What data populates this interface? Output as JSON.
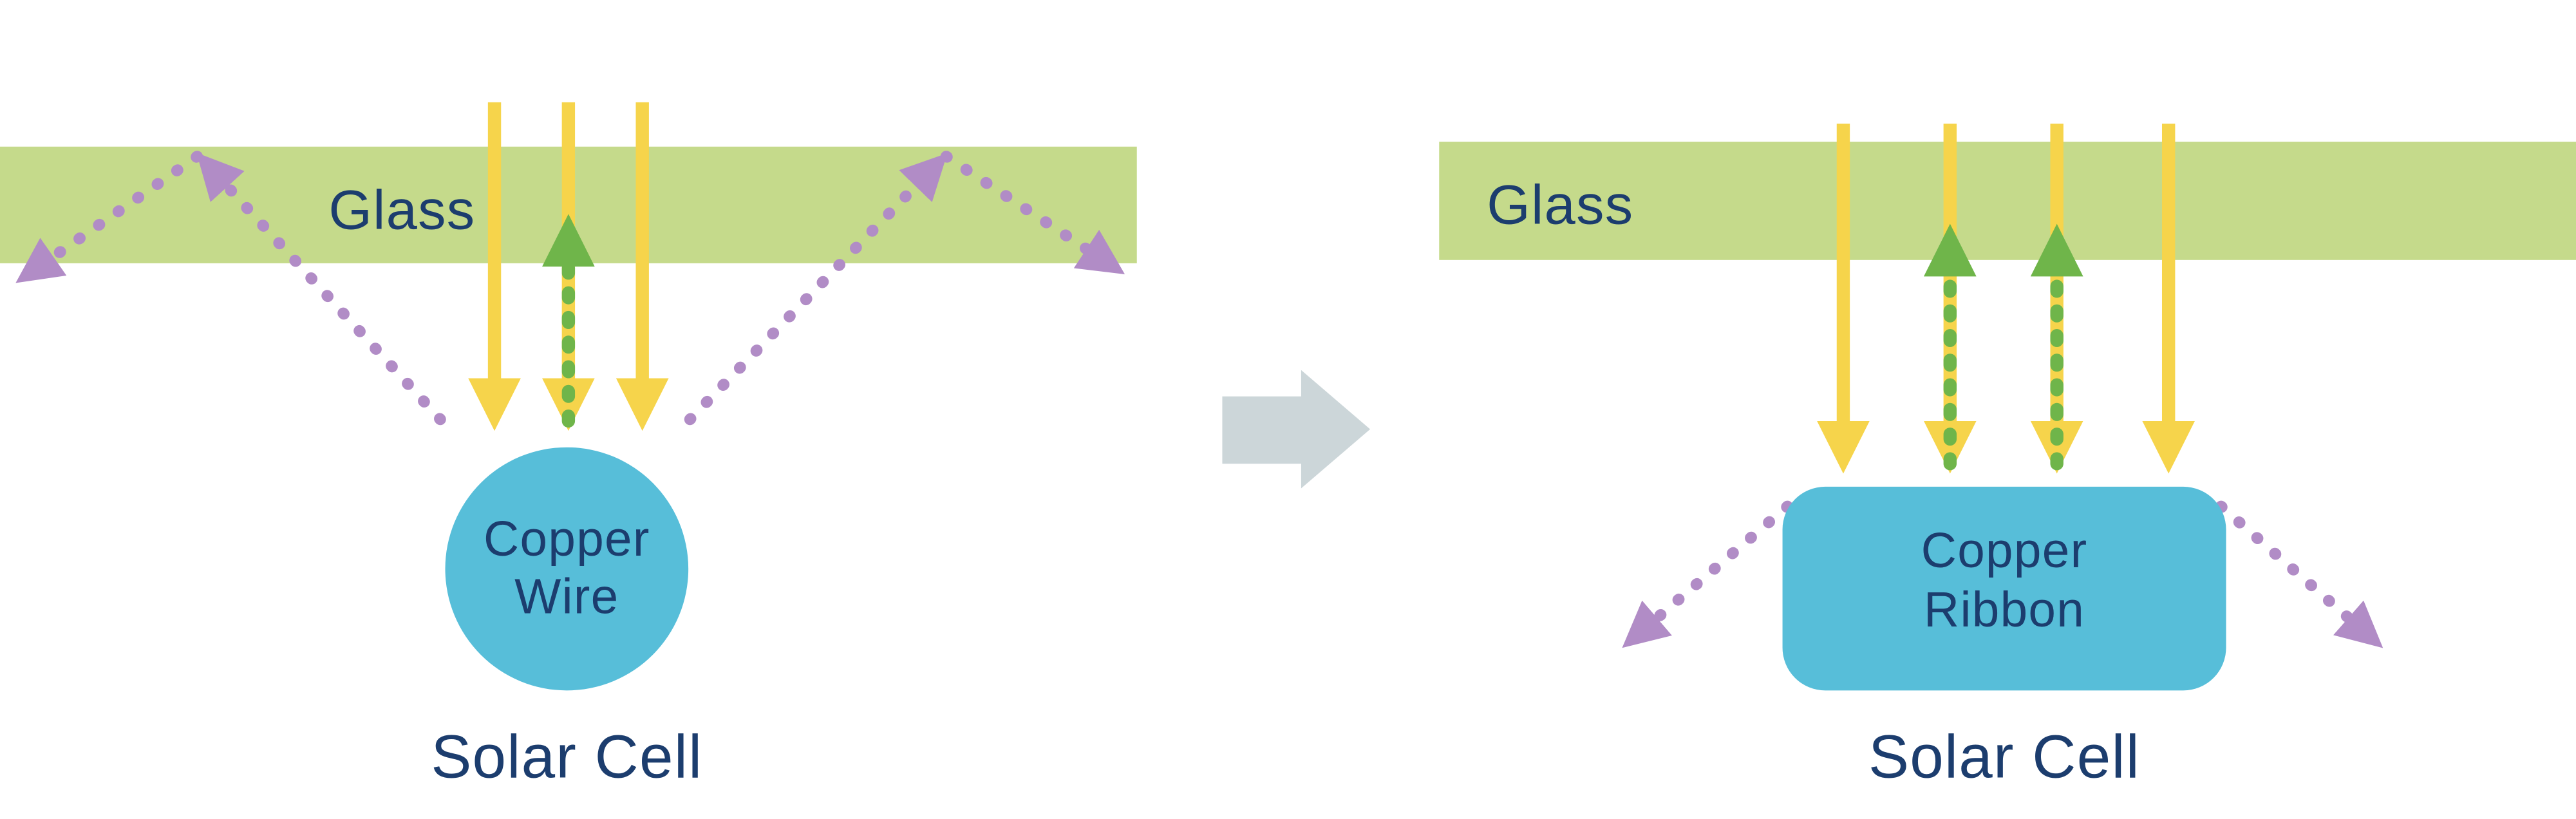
{
  "diagram": {
    "title_semantic": "solar cell interconnect light reflection comparison",
    "left": {
      "glass_label": "Glass",
      "component_label_line1": "Copper",
      "component_label_line2": "Wire",
      "cell_label": "Solar Cell"
    },
    "right": {
      "glass_label": "Glass",
      "component_label_line1": "Copper",
      "component_label_line2": "Ribbon",
      "cell_label": "Solar Cell"
    },
    "icons": {
      "sunlight_arrow": "down-arrow-solid",
      "reflected_arrow": "up-arrow-dashed",
      "scatter_arrow": "diagonal-dashed-arrow",
      "transform_arrow": "right-block-arrow"
    }
  },
  "colors": {
    "glass-green": "#c5da8b",
    "sun-yellow": "#f6d44b",
    "bounce-green": "#6fb54a",
    "reflect-purple": "#b18cc6",
    "copper-blue": "#57bed9",
    "text-navy": "#1c3d6e",
    "transform-gray": "#ccd6d9",
    "background": "#ffffff"
  }
}
